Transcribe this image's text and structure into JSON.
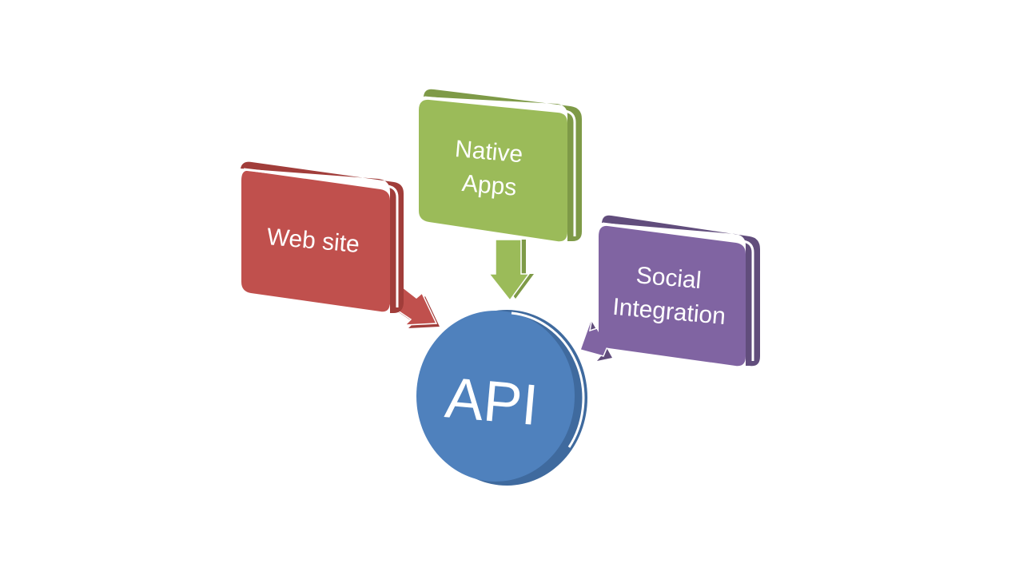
{
  "diagram": {
    "center": {
      "label": "API",
      "color": "#4F81BD"
    },
    "sources": [
      {
        "lines": [
          "Web site"
        ],
        "color": "#C0504D"
      },
      {
        "lines": [
          "Native",
          "Apps"
        ],
        "color": "#9BBB59"
      },
      {
        "lines": [
          "Social",
          "Integration"
        ],
        "color": "#8064A2"
      }
    ]
  }
}
